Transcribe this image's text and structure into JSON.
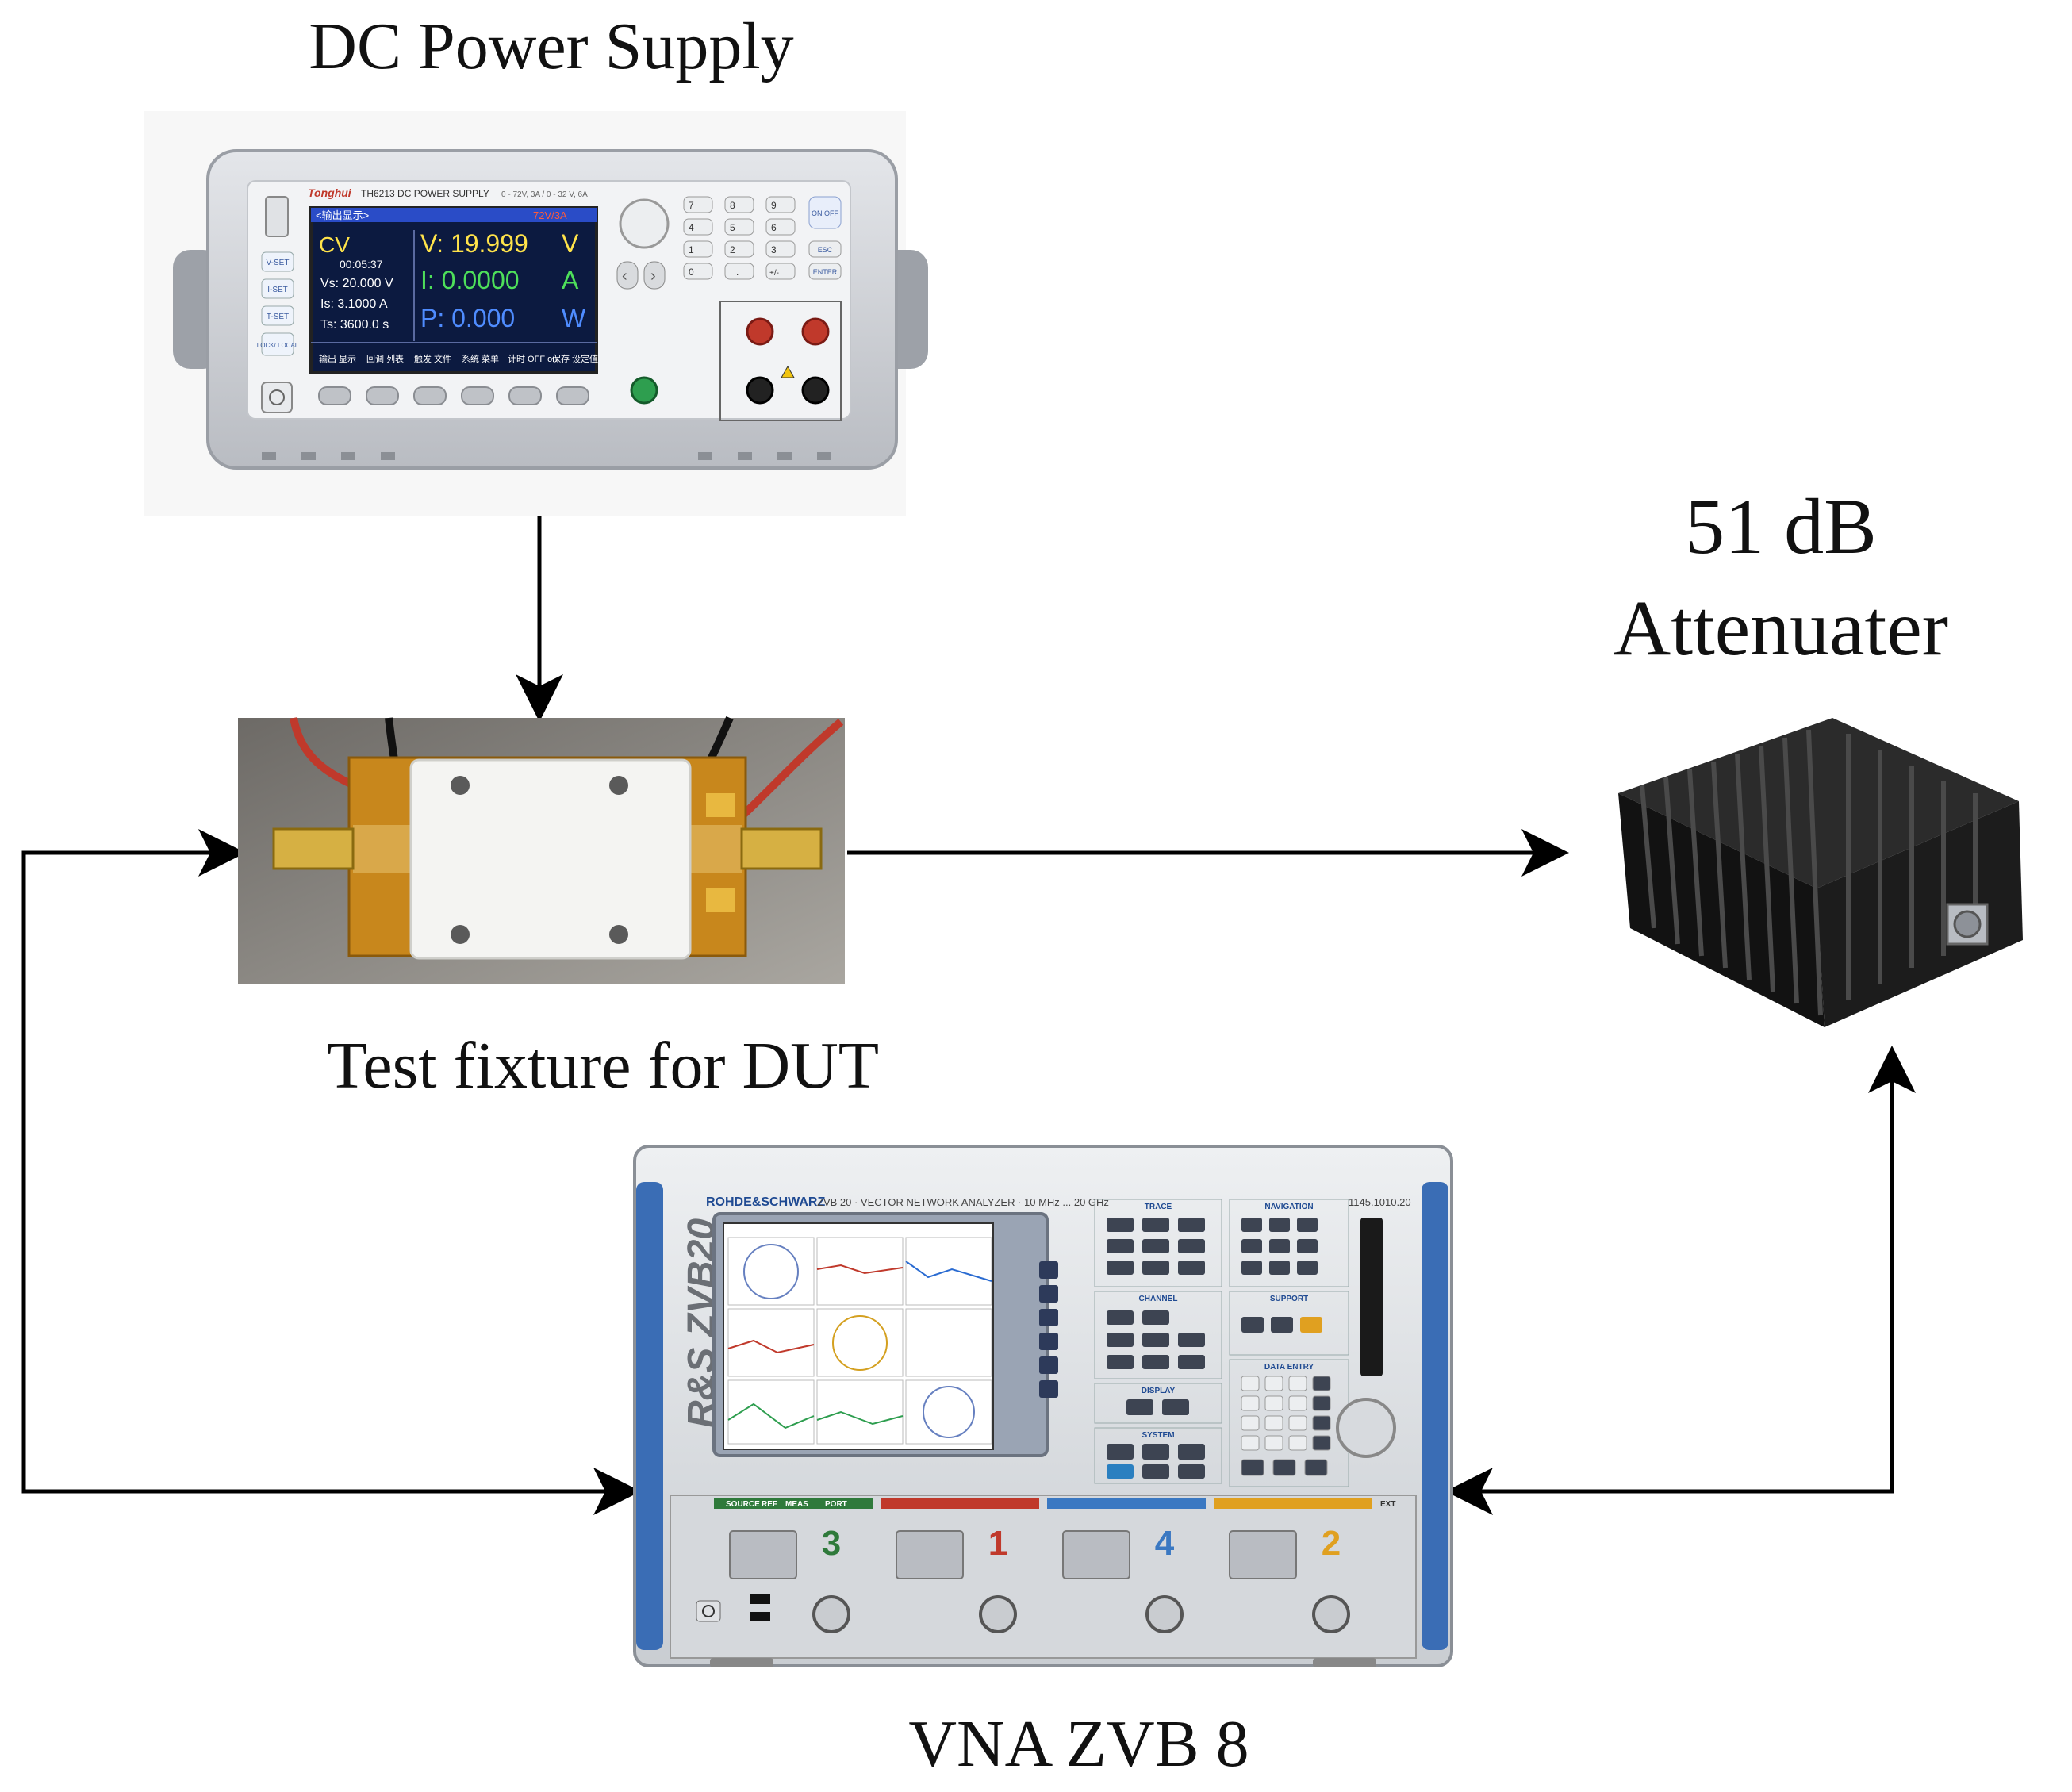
{
  "labels": {
    "dc_power_supply": "DC Power Supply",
    "attenuator_line1": "51 dB",
    "attenuator_line2": "Attenuater",
    "test_fixture": "Test fixture for DUT",
    "vna": "VNA ZVB 8"
  },
  "psu": {
    "brand": "Tonghui",
    "model": "TH6213 DC POWER SUPPLY",
    "spec": "0 - 72V, 3A / 0 - 32 V, 6A",
    "display": {
      "header": "<输出显示>",
      "range": "72V/3A",
      "mode": "CV",
      "timer": "00:05:37",
      "vs": "Vs:  20.000 V",
      "is": "Is:   3.1000 A",
      "ts": "Ts:  3600.0 s",
      "voltage": "V: 19.999",
      "voltage_unit": "V",
      "current": "I: 0.0000",
      "current_unit": "A",
      "power": "P: 0.000",
      "power_unit": "W",
      "softkeys": [
        "输出 显示",
        "回调 列表",
        "触发 文件",
        "系统 菜单",
        "计时 OFF on",
        "保存 设定值"
      ]
    },
    "left_buttons": [
      "V-SET",
      "I-SET",
      "T-SET",
      "LOCK/ LOCAL"
    ],
    "keypad": [
      "7",
      "8",
      "9",
      "4",
      "5",
      "6",
      "1",
      "2",
      "3",
      "0",
      ".",
      "+/-"
    ],
    "side_keys": [
      "ON OFF",
      "ESC",
      "ENTER"
    ]
  },
  "vna": {
    "brand": "ROHDE&SCHWARZ",
    "title": "ZVB 20 · VECTOR NETWORK ANALYZER · 10 MHz ... 20 GHz",
    "side_logo": "R&S ZVB20",
    "serial": "1145.1010.20",
    "panels": [
      "TRACE",
      "NAVIGATION",
      "CHANNEL",
      "SUPPORT",
      "DISPLAY",
      "DATA ENTRY",
      "SYSTEM"
    ],
    "port_headers": [
      "SOURCE",
      "REF",
      "MEAS",
      "PORT"
    ],
    "ports": [
      "3",
      "1",
      "4",
      "2"
    ],
    "port_colors": [
      "#2f7a3b",
      "#c0392b",
      "#3a78c2",
      "#e0a020"
    ],
    "ext": "EXT"
  },
  "colors": {
    "arrow": "#000000",
    "psu_body": "#d4d6da",
    "vna_frame": "#3a6db5",
    "attenuator": "#1a1a1a",
    "fixture_pcb": "#c8871c"
  }
}
